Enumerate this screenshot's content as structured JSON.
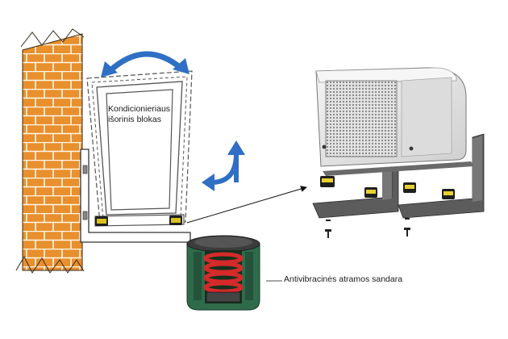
{
  "labels": {
    "unit_line1": "Kondicionieriaus",
    "unit_line2": "išorinis blokas",
    "damper": "Antivibracinės atramos sandara"
  },
  "colors": {
    "brick": "#e8902e",
    "mortar": "#fff7e8",
    "rotate_arrow": "#2f6fc4",
    "spring": "#d42a2a",
    "damper_body": "#2f6b4a",
    "unit_body": "#e9e9e9",
    "bracket": "#5c5c5c",
    "pad": "#e8d030"
  },
  "icons": [
    "rotate-arrow-icon",
    "tilt-arrow-icon",
    "pointer-arrow-icon",
    "screw-icon"
  ]
}
